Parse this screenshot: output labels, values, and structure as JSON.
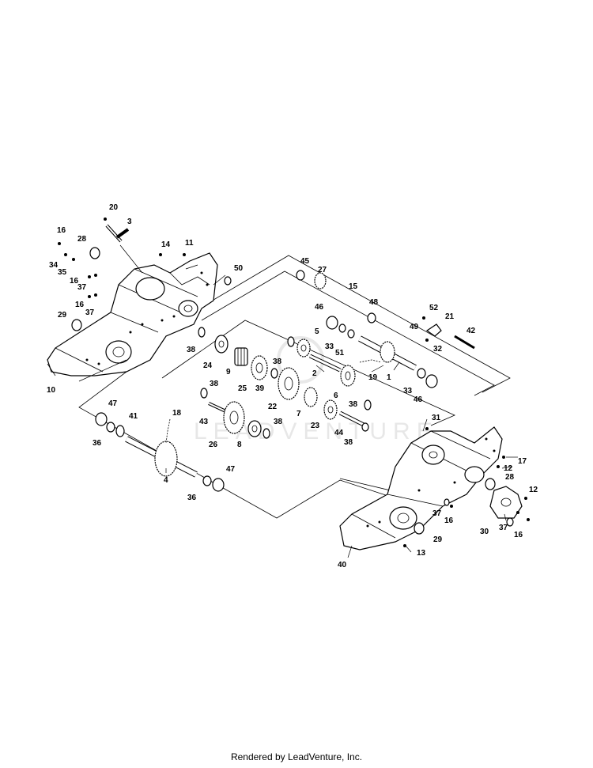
{
  "footer_text": "Rendered by LeadVenture, Inc.",
  "watermark_text": "LEADVENTURE",
  "callouts": [
    {
      "id": "c20",
      "label": "20"
    },
    {
      "id": "c3",
      "label": "3"
    },
    {
      "id": "c16a",
      "label": "16"
    },
    {
      "id": "c28a",
      "label": "28"
    },
    {
      "id": "c14",
      "label": "14"
    },
    {
      "id": "c11",
      "label": "11"
    },
    {
      "id": "c34",
      "label": "34"
    },
    {
      "id": "c35",
      "label": "35"
    },
    {
      "id": "c50",
      "label": "50"
    },
    {
      "id": "c16b",
      "label": "16"
    },
    {
      "id": "c37a",
      "label": "37"
    },
    {
      "id": "c16c",
      "label": "16"
    },
    {
      "id": "c37b",
      "label": "37"
    },
    {
      "id": "c29a",
      "label": "29"
    },
    {
      "id": "c10",
      "label": "10"
    },
    {
      "id": "c45",
      "label": "45"
    },
    {
      "id": "c27",
      "label": "27"
    },
    {
      "id": "c15",
      "label": "15"
    },
    {
      "id": "c46a",
      "label": "46"
    },
    {
      "id": "c48",
      "label": "48"
    },
    {
      "id": "c52",
      "label": "52"
    },
    {
      "id": "c21",
      "label": "21"
    },
    {
      "id": "c49",
      "label": "49"
    },
    {
      "id": "c42",
      "label": "42"
    },
    {
      "id": "c32",
      "label": "32"
    },
    {
      "id": "c5",
      "label": "5"
    },
    {
      "id": "c33a",
      "label": "33"
    },
    {
      "id": "c51",
      "label": "51"
    },
    {
      "id": "c38a",
      "label": "38"
    },
    {
      "id": "c24",
      "label": "24"
    },
    {
      "id": "c38b",
      "label": "38"
    },
    {
      "id": "c9",
      "label": "9"
    },
    {
      "id": "c25",
      "label": "25"
    },
    {
      "id": "c39",
      "label": "39"
    },
    {
      "id": "c2",
      "label": "2"
    },
    {
      "id": "c22",
      "label": "22"
    },
    {
      "id": "c6",
      "label": "6"
    },
    {
      "id": "c19",
      "label": "19"
    },
    {
      "id": "c1",
      "label": "1"
    },
    {
      "id": "c33b",
      "label": "33"
    },
    {
      "id": "c46b",
      "label": "46"
    },
    {
      "id": "c38c",
      "label": "38"
    },
    {
      "id": "c7",
      "label": "7"
    },
    {
      "id": "c38d",
      "label": "38"
    },
    {
      "id": "c43",
      "label": "43"
    },
    {
      "id": "c47a",
      "label": "47"
    },
    {
      "id": "c41",
      "label": "41"
    },
    {
      "id": "c18",
      "label": "18"
    },
    {
      "id": "c23",
      "label": "23"
    },
    {
      "id": "c44",
      "label": "44"
    },
    {
      "id": "c38e",
      "label": "38"
    },
    {
      "id": "c38f",
      "label": "38"
    },
    {
      "id": "c31",
      "label": "31"
    },
    {
      "id": "c36a",
      "label": "36"
    },
    {
      "id": "c26",
      "label": "26"
    },
    {
      "id": "c8",
      "label": "8"
    },
    {
      "id": "c17",
      "label": "17"
    },
    {
      "id": "c12a",
      "label": "12"
    },
    {
      "id": "c4",
      "label": "4"
    },
    {
      "id": "c47b",
      "label": "47"
    },
    {
      "id": "c28b",
      "label": "28"
    },
    {
      "id": "c12b",
      "label": "12"
    },
    {
      "id": "c36b",
      "label": "36"
    },
    {
      "id": "c37c",
      "label": "37"
    },
    {
      "id": "c16d",
      "label": "16"
    },
    {
      "id": "c30",
      "label": "30"
    },
    {
      "id": "c37d",
      "label": "37"
    },
    {
      "id": "c16e",
      "label": "16"
    },
    {
      "id": "c29b",
      "label": "29"
    },
    {
      "id": "c13",
      "label": "13"
    },
    {
      "id": "c40",
      "label": "40"
    }
  ]
}
